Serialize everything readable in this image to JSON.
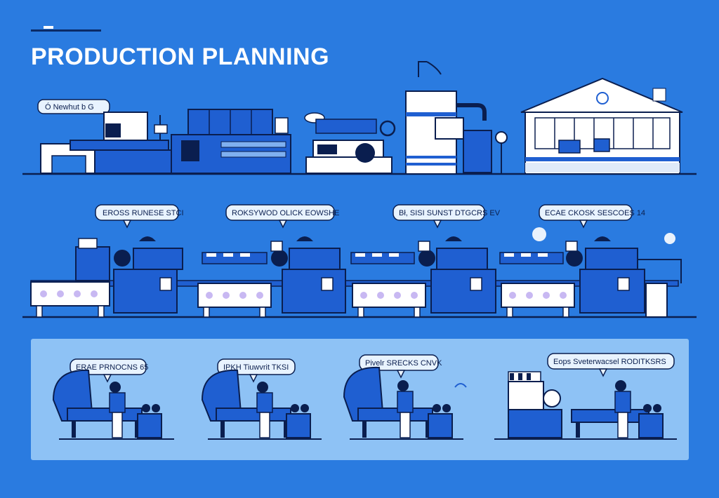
{
  "header": {
    "title": "PRODUCTION PLANNING"
  },
  "sections": {
    "top_line": {
      "label": "Ó Newhut b G"
    },
    "assembly_line": {
      "stations": [
        {
          "label": "EROSS RUNESE STCI"
        },
        {
          "label": "ROKSYWOD OLICK EOWSHE"
        },
        {
          "label": "Bł, SISI SUNST DTGCRS EV"
        },
        {
          "label": "ECAE CKOSK SESCOES 14"
        }
      ]
    },
    "workers": {
      "stations": [
        {
          "label": "ERAE PRNOCNS 65"
        },
        {
          "label": "IPKH Tiuwvrit TKSI"
        },
        {
          "label": "Pivelr SRECKS CNVK"
        },
        {
          "label": "Eops Sveterwacsel RODITKSRS"
        }
      ]
    }
  },
  "colors": {
    "background": "#2a7be0",
    "machine_blue": "#1f5fd1",
    "outline": "#0a1e4f",
    "panel": "#8ec2f5",
    "white": "#ffffff"
  }
}
